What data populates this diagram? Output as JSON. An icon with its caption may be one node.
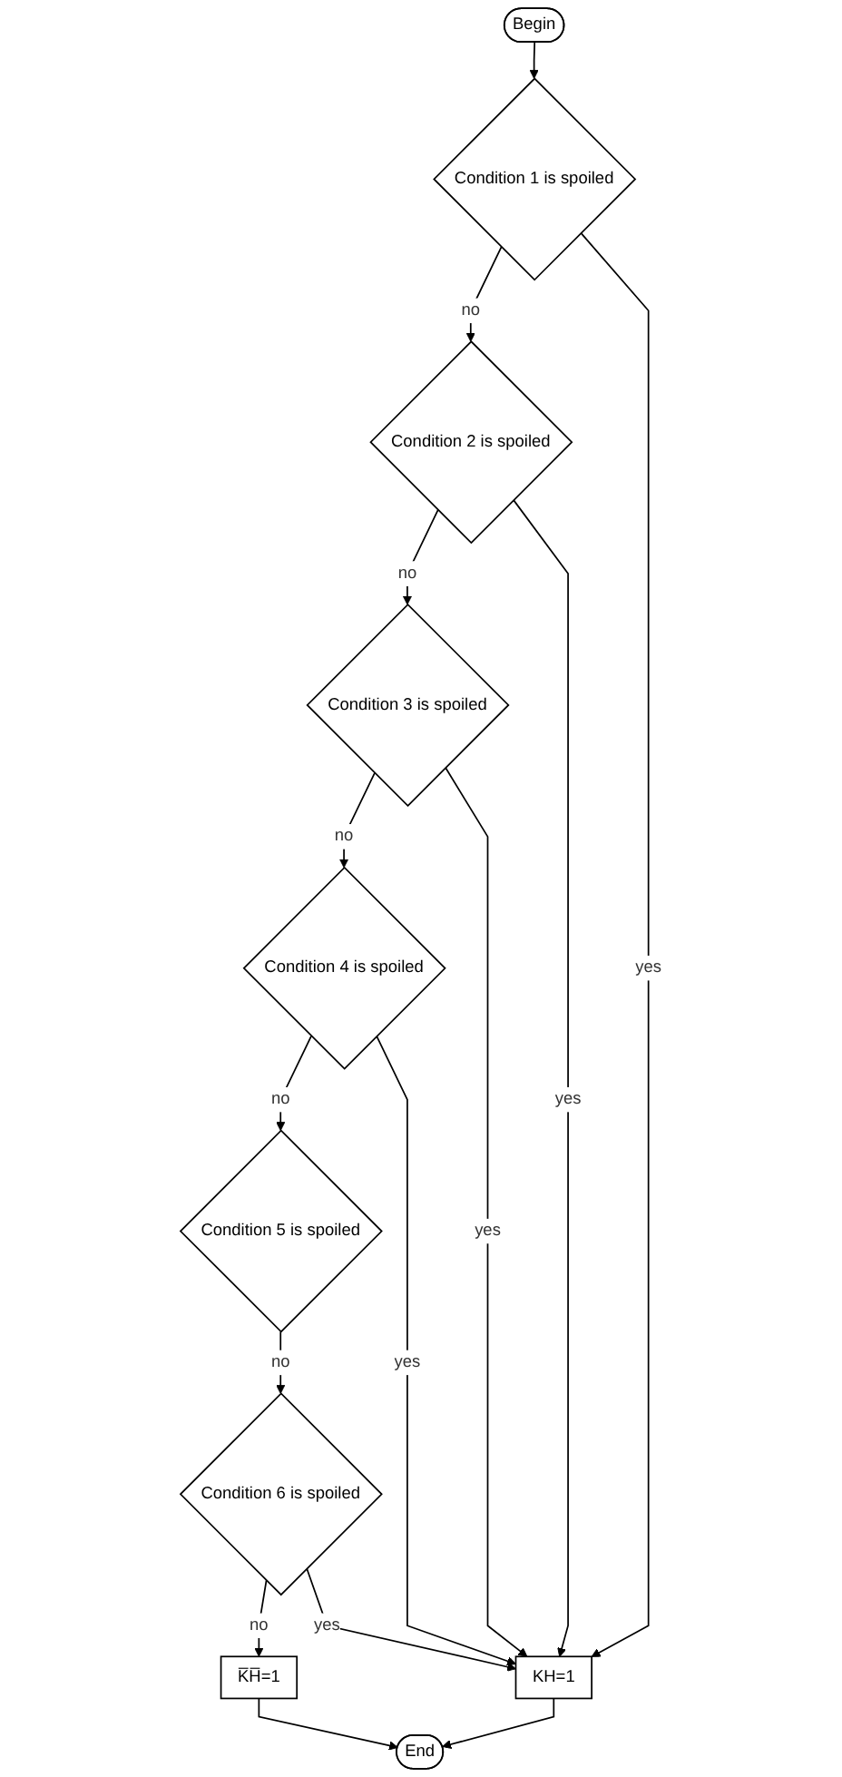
{
  "diagram": {
    "nodes": [
      {
        "text": [
          "Begin"
        ]
      },
      {
        "text": [
          "Condition 1 is spoiled"
        ]
      },
      {
        "text": [
          "Condition 2 is spoiled"
        ]
      },
      {
        "text": [
          "Condition 3 is spoiled"
        ]
      },
      {
        "text": [
          "Condition 4 is spoiled"
        ]
      },
      {
        "text": [
          "Condition 5 is spoiled"
        ]
      },
      {
        "text": [
          "Condition 6 is spoiled"
        ]
      },
      {
        "text": [
          "K̅H̅=1"
        ]
      },
      {
        "text": [
          "KH=1"
        ]
      },
      {
        "text": [
          "End"
        ]
      }
    ],
    "edges": [
      {
        "from": 0,
        "to": 1,
        "arrow": "to"
      },
      {
        "from": 1,
        "to": 2,
        "label": "no",
        "arrow": "to"
      },
      {
        "from": 1,
        "to": 8,
        "label": "yes",
        "arrow": "to"
      },
      {
        "from": 2,
        "to": 3,
        "label": "no",
        "arrow": "to"
      },
      {
        "from": 2,
        "to": 8,
        "label": "yes",
        "arrow": "to"
      },
      {
        "from": 3,
        "to": 4,
        "label": "no",
        "arrow": "to"
      },
      {
        "from": 3,
        "to": 8,
        "label": "yes",
        "arrow": "to"
      },
      {
        "from": 4,
        "to": 5,
        "label": "no",
        "arrow": "to"
      },
      {
        "from": 4,
        "to": 8,
        "label": "yes",
        "arrow": "to"
      },
      {
        "from": 5,
        "to": 6,
        "label": "no",
        "arrow": "to"
      },
      {
        "from": 6,
        "to": 7,
        "label": "no",
        "arrow": "to"
      },
      {
        "from": 6,
        "to": 8,
        "label": "yes",
        "arrow": "to"
      },
      {
        "from": 7,
        "to": 9,
        "arrow": "to"
      },
      {
        "from": 8,
        "to": 9,
        "arrow": "to"
      }
    ]
  }
}
